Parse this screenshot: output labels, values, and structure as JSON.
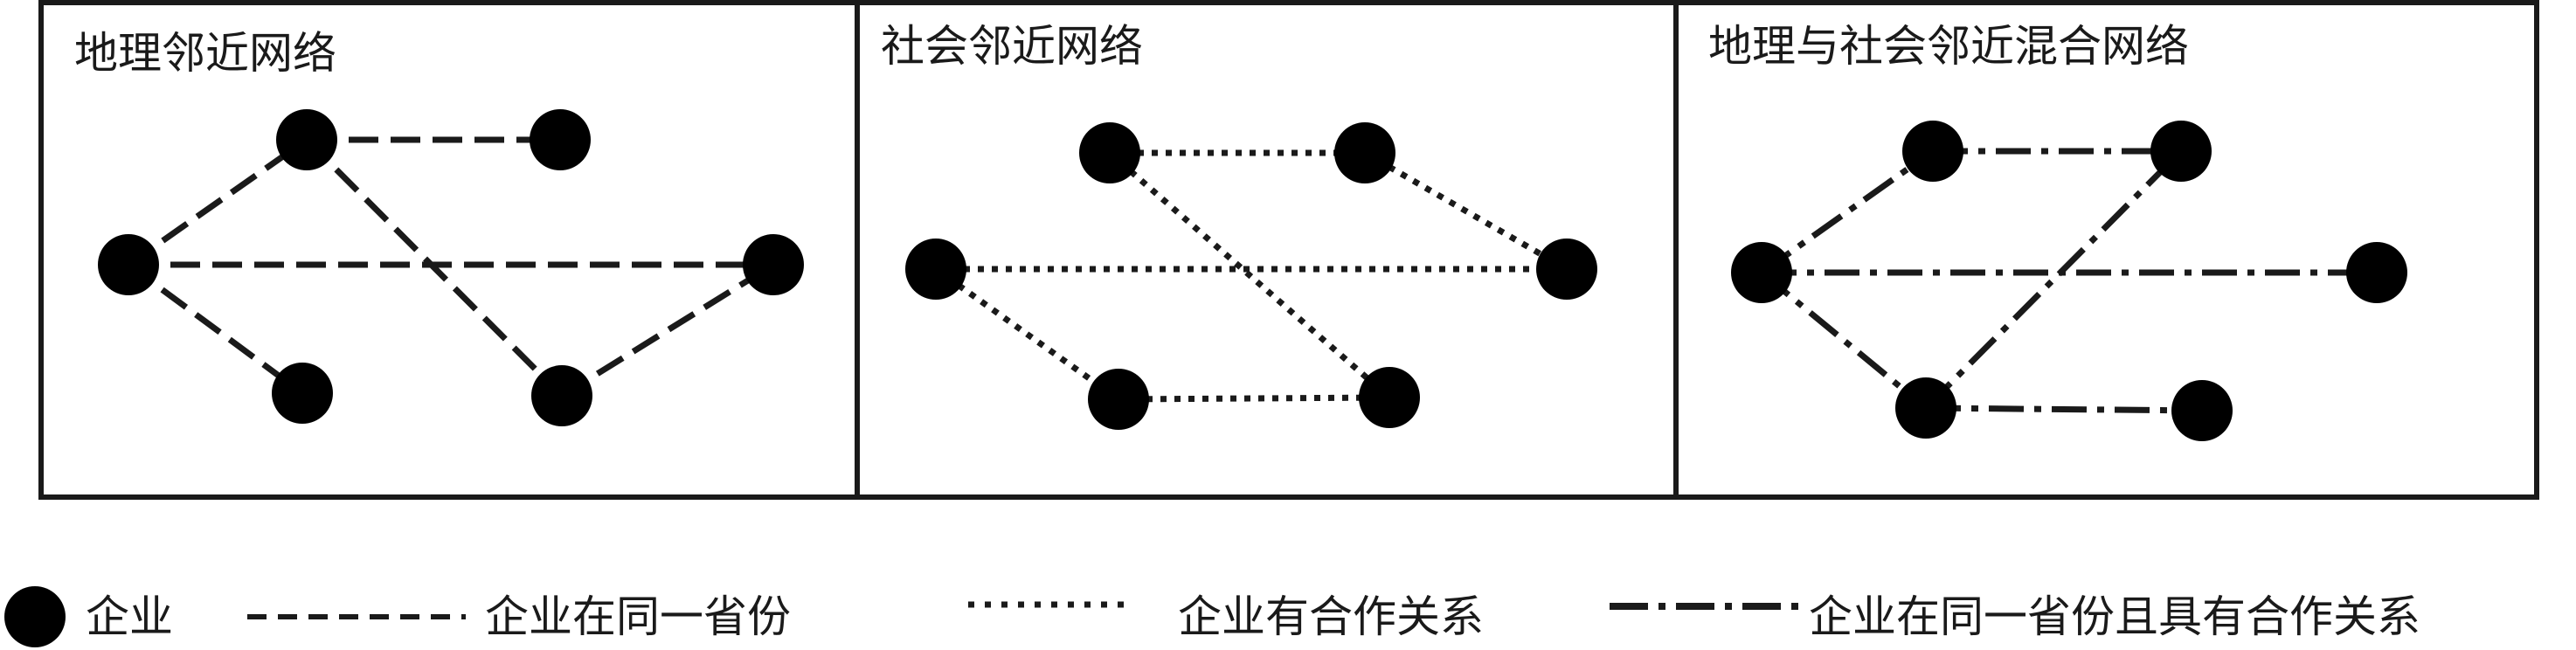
{
  "panels": [
    {
      "title": "地理邻近网络"
    },
    {
      "title": "社会邻近网络"
    },
    {
      "title": "地理与社会邻近混合网络"
    }
  ],
  "legend": {
    "enterprise": "企业",
    "same_province": "企业在同一省份",
    "cooperation": "企业有合作关系",
    "both": "企业在同一省份且具有合作关系"
  },
  "colors": {
    "node": "#000000",
    "line": "#1a1a1a",
    "border": "#1a1a1a"
  }
}
